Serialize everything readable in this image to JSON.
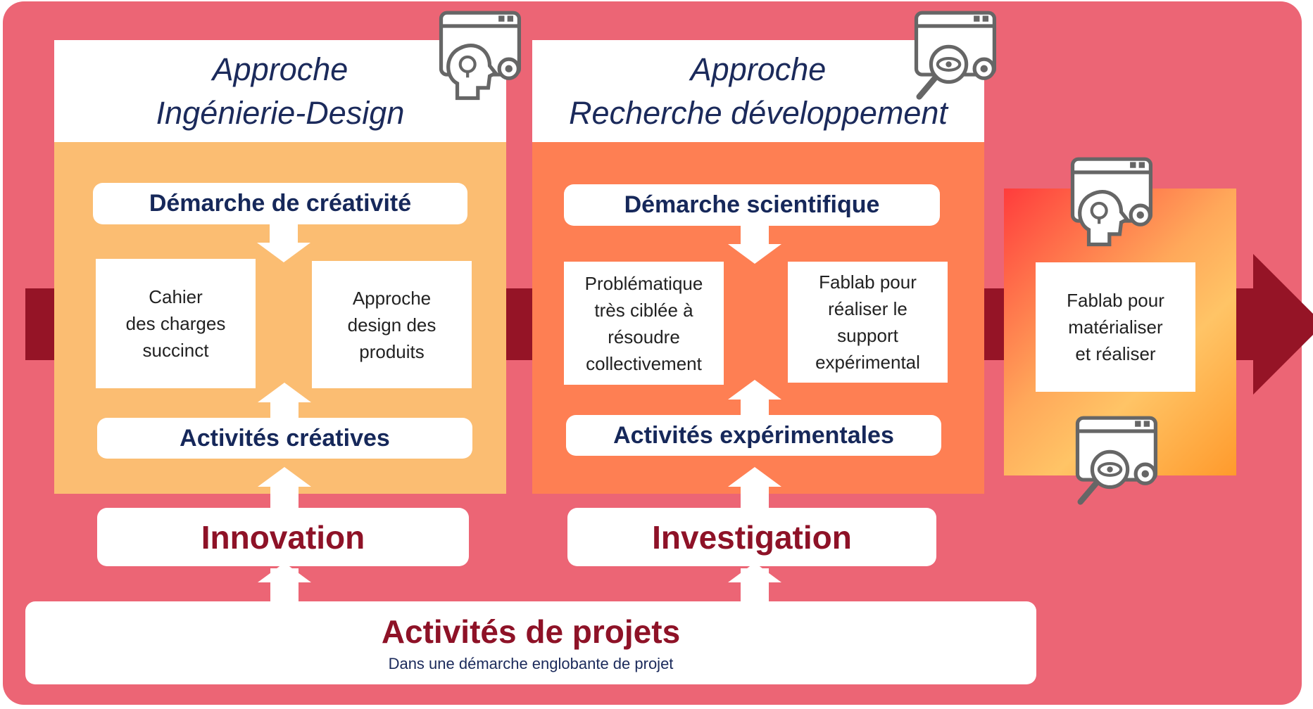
{
  "ingenierie": {
    "title_line1": "Approche",
    "title_line2": "Ingénierie-Design",
    "demarche": "Démarche de créativité",
    "box_left": "Cahier\ndes charges\nsuccinct",
    "box_right": "Approche\ndesign des\nproduits",
    "activites": "Activités créatives",
    "mode": "Innovation"
  },
  "recherche": {
    "title_line1": "Approche",
    "title_line2": "Recherche développement",
    "demarche": "Démarche scientifique",
    "box_left": "Problématique\ntrès ciblée à\nrésoudre\ncollectivement",
    "box_right": "Fablab pour\nréaliser le\nsupport\nexpérimental",
    "activites": "Activités expérimentales",
    "mode": "Investigation"
  },
  "fablab": {
    "box": "Fablab pour\nmatérialiser\net réaliser"
  },
  "projets": {
    "title": "Activités de projets",
    "subtitle": "Dans une démarche englobante de projet"
  },
  "icons": [
    "idea-gear-window-icon",
    "search-gear-window-icon"
  ],
  "colors": {
    "background": "#ec6575",
    "ingenierie_zone": "#fbbd72",
    "recherche_zone": "#fe7f53",
    "main_arrow": "#951426",
    "heading_text": "#16285a",
    "accent_text": "#8e1227"
  }
}
